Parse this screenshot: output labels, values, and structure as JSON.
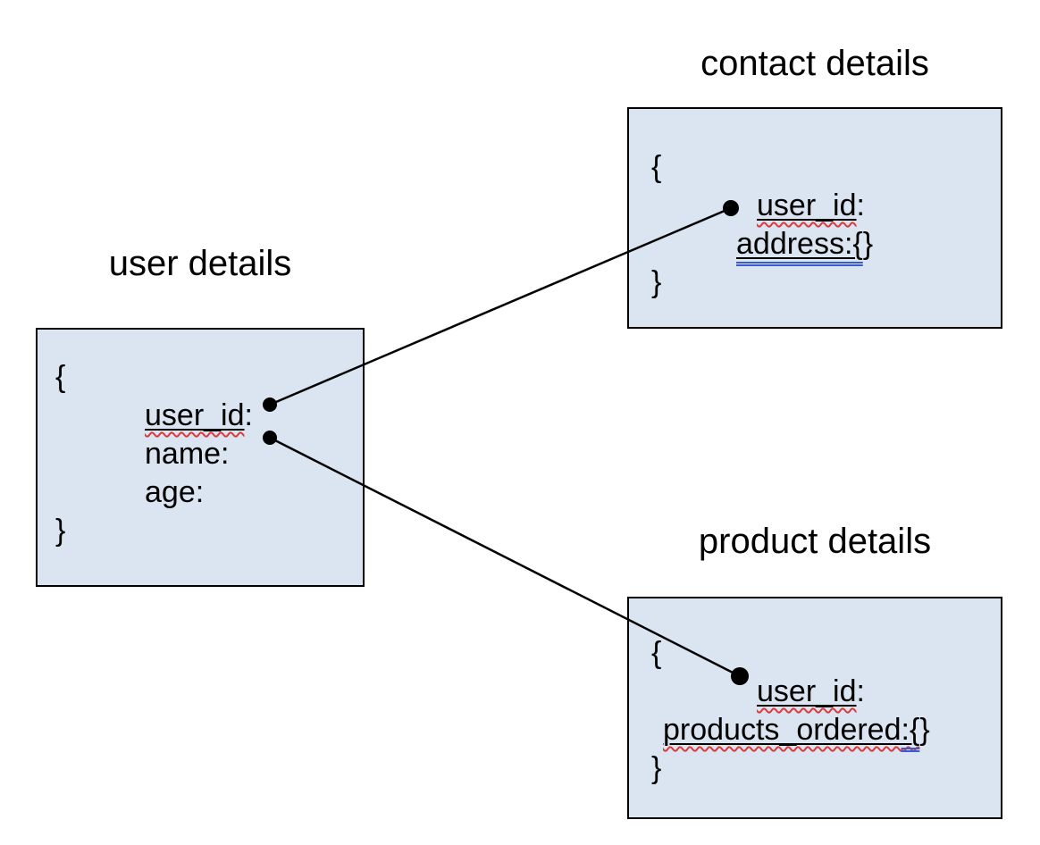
{
  "user_box": {
    "title": "user details",
    "brace_open": "{",
    "field1": "user_id",
    "field1_suffix": ":",
    "field2": "name:",
    "field3": "age:",
    "brace_close": "}"
  },
  "contact_box": {
    "title": "contact details",
    "brace_open": "{",
    "field1": "user_id",
    "field1_suffix": ":",
    "field2_main": "address:{",
    "field2_close": "}",
    "brace_close": "}"
  },
  "product_box": {
    "title": "product details",
    "brace_open": "{",
    "field1": "user_id",
    "field1_suffix": ":",
    "field2_main": "products_ordered",
    "field2_tail": ":{",
    "field2_close": "}",
    "brace_close": "}"
  },
  "colors": {
    "background": "#ffffff",
    "box_fill": "#dbe4f1",
    "box_border": "#000000",
    "text": "#000000",
    "connector": "#000000",
    "spellcheck_underline_red": "#dd3b3b",
    "grammar_underline_blue": "#3a5bd0"
  }
}
